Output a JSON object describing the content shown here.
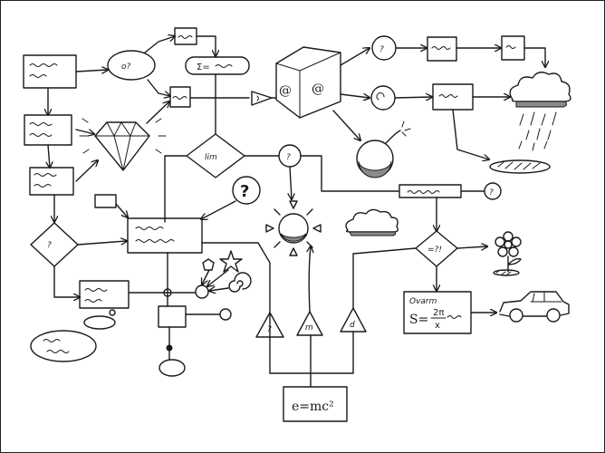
{
  "diagram": {
    "labels": {
      "question_bubble": "?",
      "formula": "e=mc²",
      "formula_superscript": "2",
      "sigma_node": "Σ=",
      "cube_spiral_1": "@",
      "cube_spiral_2": "@",
      "triangle_left": "?",
      "triangle_mid": "m",
      "triangle_right": "d",
      "sun_sub_label": "?",
      "decision_top_label": "lim",
      "decision_right_label": "=?!",
      "decision_left_label": "?",
      "circle_top_right": "?",
      "circle_right": "?",
      "fraction_box_line1": "Ovarm",
      "fraction_box_eq": "S=",
      "fraction_num": "2π",
      "fraction_den": "x"
    },
    "colors": {
      "ink": "#1a1a1a",
      "background": "#ffffff",
      "shading": "#8a8a8a"
    },
    "icons": [
      "diamond-gem-icon",
      "cube-icon",
      "bomb-icon",
      "rain-cloud-icon",
      "cloud-icon",
      "sun-icon",
      "flower-icon",
      "car-icon",
      "star-icon",
      "spiral-icon",
      "pentagon-icon",
      "question-bubble-icon"
    ]
  }
}
